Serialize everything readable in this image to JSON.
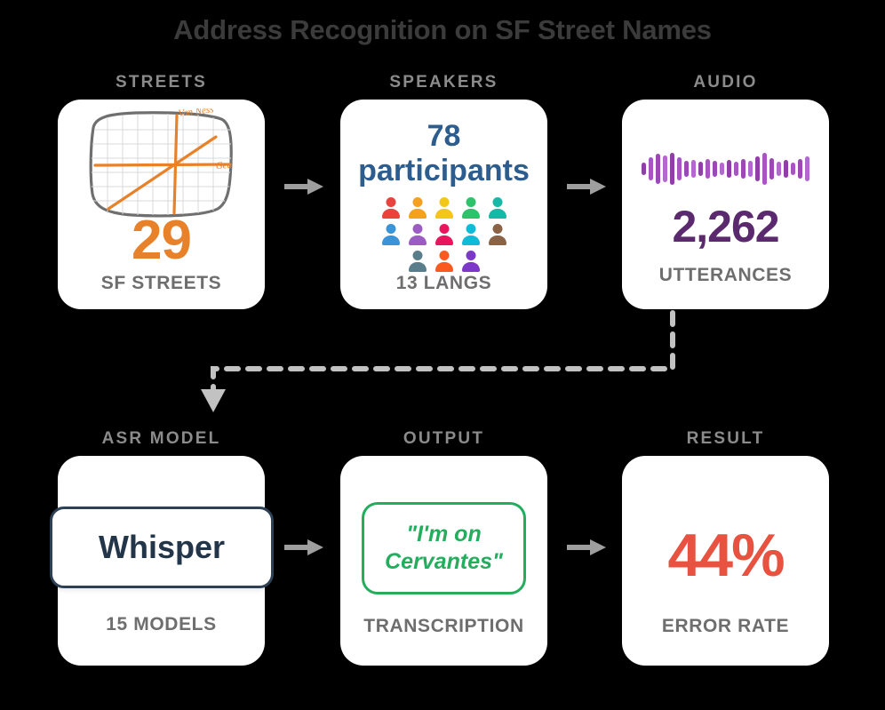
{
  "title": "Address Recognition on SF Street Names",
  "columns": {
    "streets": "STREETS",
    "speakers": "SPEAKERS",
    "audio": "AUDIO",
    "asr_model": "ASR MODEL",
    "output": "OUTPUT",
    "result": "RESULT"
  },
  "cards": {
    "streets": {
      "value": "29",
      "caption": "SF STREETS",
      "map_labels": [
        "Van Ness",
        "Gea"
      ],
      "accent": "#e8822a"
    },
    "speakers": {
      "headline_line1": "78",
      "headline_line2": "participants",
      "caption": "13 LANGS",
      "accent": "#2d5d8e",
      "person_colors": [
        [
          "#e8433c",
          "#f5a01e",
          "#f3c717",
          "#2ec26b",
          "#17b9a6"
        ],
        [
          "#3b93d8",
          "#9b5cc4",
          "#e8175d",
          "#11bbd8",
          "#8a6246"
        ],
        [
          "#5a7d8c",
          "#fa5a1e",
          "#7b38c9"
        ]
      ]
    },
    "audio": {
      "value": "2,262",
      "caption": "UTTERANCES",
      "accent": "#5b2a6e",
      "waveform": [
        14,
        26,
        34,
        30,
        36,
        26,
        18,
        20,
        16,
        22,
        18,
        14,
        20,
        16,
        22,
        18,
        28,
        36,
        24,
        16,
        20,
        14,
        22,
        28
      ]
    },
    "asr_model": {
      "model_name": "Whisper",
      "caption": "15 MODELS",
      "accent": "#2e4154"
    },
    "output": {
      "transcription": "\"I'm on Cervantes\"",
      "caption": "TRANSCRIPTION",
      "accent": "#25ad5e"
    },
    "result": {
      "value": "44%",
      "caption": "ERROR RATE",
      "accent": "#e85240"
    }
  },
  "flow": {
    "arrow_1": "arrow-streets-to-speakers",
    "arrow_2": "arrow-speakers-to-audio",
    "arrow_3": "arrow-model-to-output",
    "arrow_4": "arrow-output-to-result",
    "connector": "dashed-connector-audio-to-model"
  }
}
